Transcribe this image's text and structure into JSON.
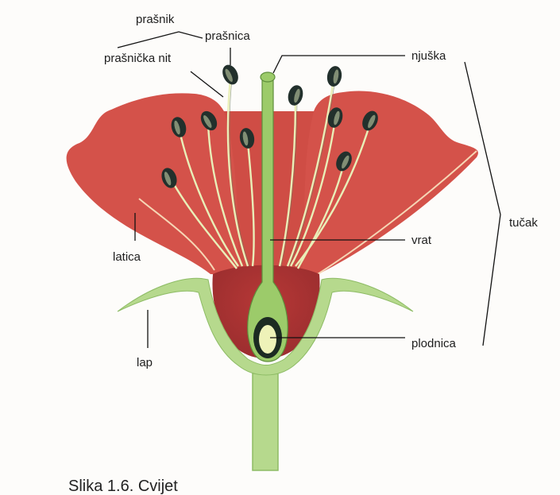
{
  "labels": {
    "prasnik": "prašnik",
    "prasnica": "prašnica",
    "prasnicka_nit": "prašnička nit",
    "njuska": "njuška",
    "tucak": "tučak",
    "vrat": "vrat",
    "latica": "latica",
    "lap": "lap",
    "plodnica": "plodnica"
  },
  "caption": "Slika 1.6. Cvijet",
  "colors": {
    "petal": "#d4524a",
    "petal_dark": "#b83a37",
    "sepal": "#b6d98d",
    "pistil": "#9ccb6a",
    "anther": "#22302c",
    "ovule": "#eef2b8",
    "line": "#111111"
  }
}
